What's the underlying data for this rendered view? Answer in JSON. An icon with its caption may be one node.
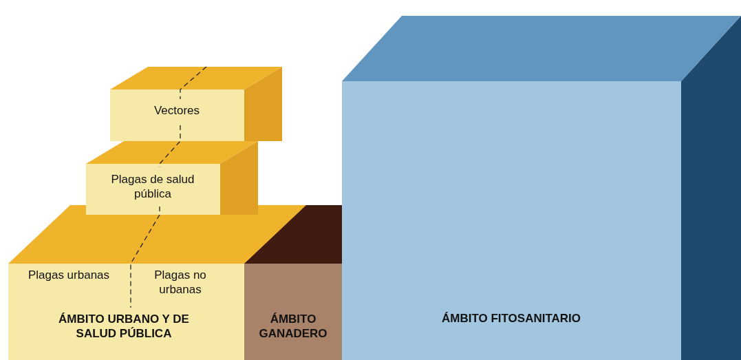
{
  "diagram": {
    "nodes": [
      {
        "text": [
          "Vectores"
        ]
      },
      {
        "text": [
          "Plagas de salud pública"
        ]
      },
      {
        "text": [
          "Plagas urbanas",
          "Plagas no urbanas",
          "ÁMBITO URBANO Y DE SALUD PÚBLICA"
        ]
      },
      {
        "text": [
          "ÁMBITO GANADERO"
        ]
      },
      {
        "text": [
          "ÁMBITO FITOSANITARIO"
        ]
      }
    ],
    "edges": []
  }
}
